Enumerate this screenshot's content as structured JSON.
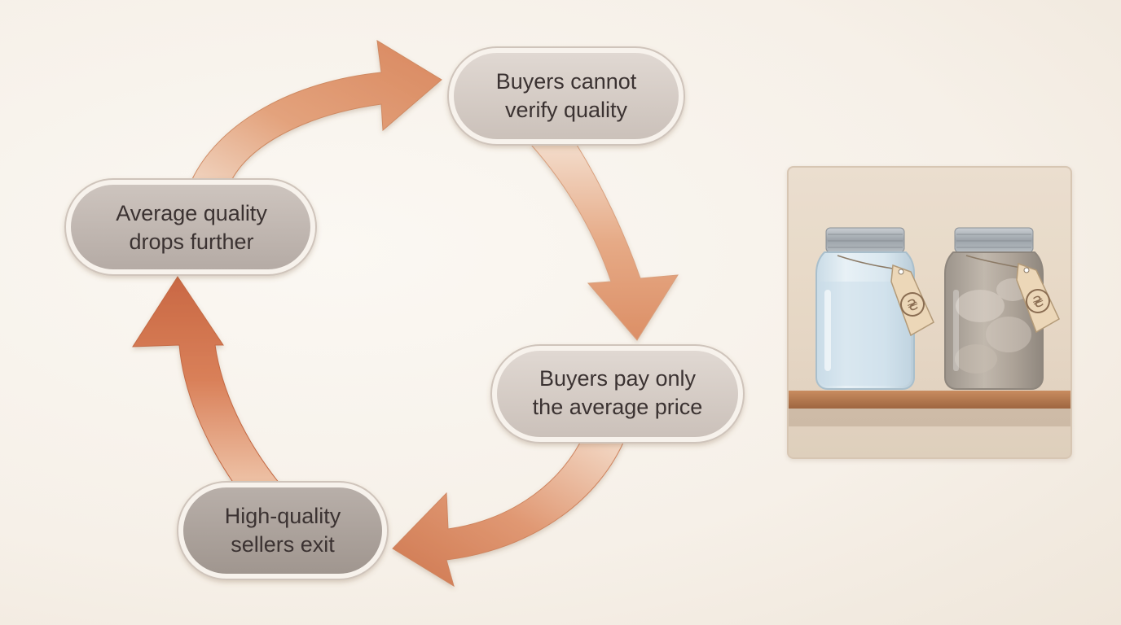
{
  "nodes": [
    {
      "id": "verify",
      "lines": [
        "Buyers cannot",
        "verify quality"
      ]
    },
    {
      "id": "average-price",
      "lines": [
        "Buyers pay only",
        "the average price"
      ]
    },
    {
      "id": "exit",
      "lines": [
        "High-quality",
        "sellers exit"
      ]
    },
    {
      "id": "quality-drops",
      "lines": [
        "Average quality",
        "drops further"
      ]
    }
  ],
  "illustration": {
    "tag_symbol": "₴",
    "colors": {
      "arrow": "#d8825a",
      "arrow_dark": "#c46a44",
      "node_light": "#d6cdc6",
      "node_dark": "#a9a09b",
      "shelf": "#b97c52"
    }
  }
}
